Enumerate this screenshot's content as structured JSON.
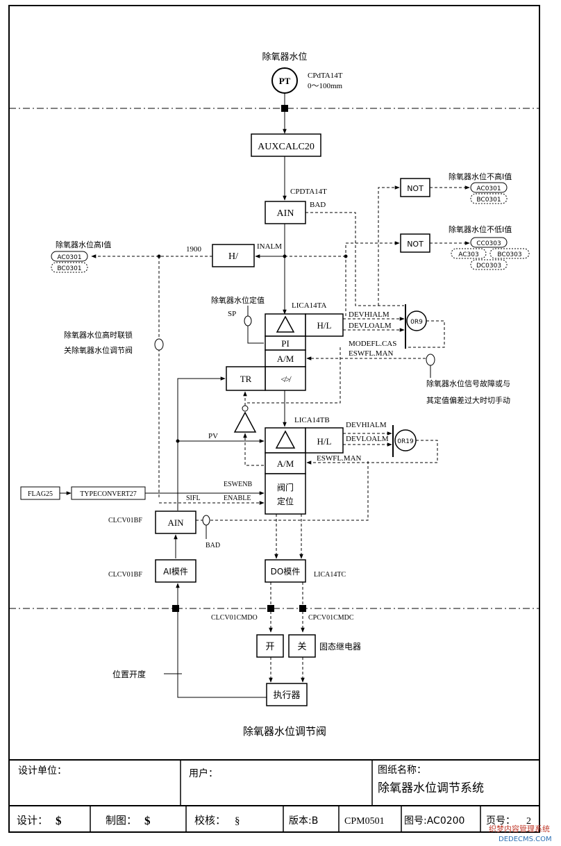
{
  "diagram": {
    "title": "除氧器水位调节阀",
    "sensor": {
      "tag": "除氧器水位",
      "symbol": "PT",
      "code": "CPdTA14T",
      "range": "0～100mm"
    },
    "blocks": {
      "auxcalc": "AUXCALC20",
      "ain_top": "AIN",
      "ain_top_in": "CPDTA14T",
      "bad_top": "BAD",
      "inalm": "INALM",
      "h_limit": "H/",
      "h_limit_value": "1900",
      "not1": "NOT",
      "not2": "NOT",
      "pid_tag": "LICA14TA",
      "hl_1": "H/L",
      "pi": "PI",
      "am_1": "A/M",
      "tr": "TR",
      "or9": "0R9",
      "devhialm_1": "DEVHIALM",
      "devloalm_1": "DEVLOALM",
      "modefl": "MODEFL.CAS",
      "eswfl_1": "ESWFL.MAN",
      "sp": "SP",
      "pid2_tag": "LICA14TB",
      "hl_2": "H/L",
      "am_2": "A/M",
      "or19": "0R19",
      "devhialm_2": "DEVHIALM",
      "devloalm_2": "DEVLOALM",
      "eswfl_2": "ESWFL.MAN",
      "pv": "PV",
      "flag": "FLAG25",
      "typeconvert": "TYPECONVERT27",
      "eswenb": "ESWENB",
      "sifl": "SIFL",
      "enable": "ENABLE",
      "valve_pos_1": "阀门",
      "valve_pos_2": "定位",
      "ain_bot": "AIN",
      "ain_bot_tag": "CLCV01BF",
      "bad_bot": "BAD",
      "ai_module": "AI模件",
      "ai_module_tag": "CLCV01BF",
      "do_module": "DO模件",
      "do_module_tag": "LICA14TC",
      "cmd_open_tag": "CLCV01CMDO",
      "cmd_close_tag": "CPCV01CMDC",
      "open": "开",
      "close": "关",
      "relay": "固态继电器",
      "valve_pos_fb": "位置开度",
      "actuator": "执行器"
    },
    "notes": {
      "sp_label": "除氧器水位定值",
      "high_value": "除氧器水位高I值",
      "not_high": "除氧器水位不高I值",
      "not_low": "除氧器水位不低I值",
      "interlock_1": "除氧器水位高时联锁",
      "interlock_2": "关除氧器水位调节阀",
      "fault_1": "除氧器水位信号故障或与",
      "fault_2": "其定值偏差过大时切手动"
    },
    "refs": {
      "ac0301_a": "AC0301",
      "bc0301_a": "BC0301",
      "ac0301_b": "AC0301",
      "bc0301_b": "BC0301",
      "cc0303": "CC0303",
      "ac303": "AC303",
      "bc0303": "BC0303",
      "dc0303": "DC0303"
    }
  },
  "title_block": {
    "design_unit_label": "设计单位：",
    "user_label": "用户：",
    "drawing_name_label": "图纸名称：",
    "drawing_name": "除氧器水位调节系统",
    "designer_label": "设计：",
    "designer_value": "$",
    "drafter_label": "制图：",
    "drafter_value": "$",
    "checker_label": "校核：",
    "checker_value": "§",
    "version": "版本:B",
    "code": "CPM0501",
    "drawing_no": "图号:AC0200",
    "page_label": "页号：",
    "page_value": "2"
  },
  "watermark": {
    "line1": "织梦内容管理系统",
    "line2": "DEDECMS.COM"
  }
}
